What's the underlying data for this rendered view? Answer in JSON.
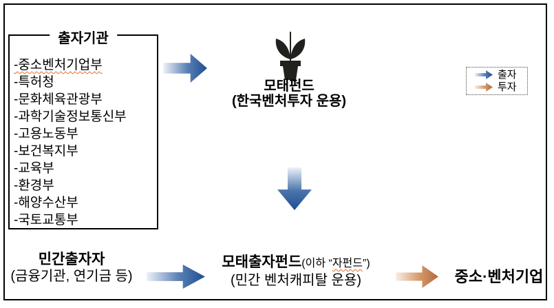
{
  "funders_box": {
    "title": "출자기관",
    "items": [
      "-중소벤처기업부",
      "-특허청",
      "-문화체육관광부",
      "-과학기술정보통신부",
      "-고용노동부",
      "-보건복지부",
      "-교육부",
      "-환경부",
      "-해양수산부",
      "-국토교통부"
    ]
  },
  "mother_fund": {
    "name": "모태펀드",
    "operator": "(한국벤처투자 운용)",
    "icon": "potted-plant-icon"
  },
  "legend": {
    "items": [
      {
        "label": "출자",
        "icon": "right-arrow-blue",
        "arrow_color": "#2a5da6"
      },
      {
        "label": "투자",
        "icon": "right-arrow-orange",
        "arrow_color": "#bf7446"
      }
    ]
  },
  "private_investors": {
    "name": "민간출자자",
    "detail": "(금융기관, 연기금 등)"
  },
  "child_fund": {
    "name": "모태출자펀드",
    "alias_open": "(이하 “",
    "alias_word": "자펀드",
    "alias_close": "”)",
    "operator": "(민간 벤처캐피탈 운용)"
  },
  "target": {
    "name": "중소·벤처기업"
  },
  "colors": {
    "arrow_blue_dark": "#1f4e8f",
    "arrow_blue_light": "#eef2f8",
    "arrow_orange_dark": "#b5693a",
    "arrow_orange_light": "#f7efe8",
    "spellcheck_underline": "#e06d2c",
    "plant_icon": "#21211d"
  }
}
